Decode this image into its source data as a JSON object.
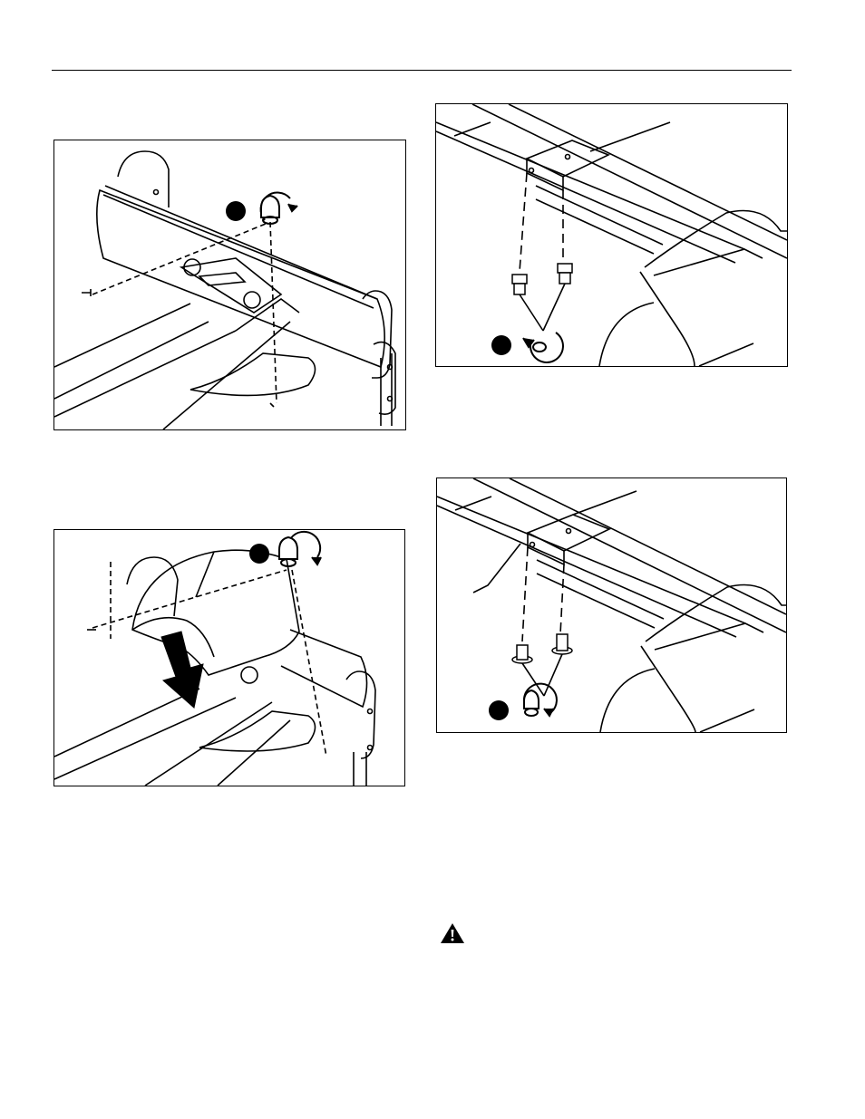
{
  "document": {
    "figures": [
      {
        "id": "fig1",
        "icons": [
          "wrench-counterclockwise-icon",
          "callout-dot-icon",
          "screw-icon"
        ]
      },
      {
        "id": "fig2",
        "icons": [
          "wrench-clockwise-icon",
          "callout-dot-icon",
          "down-arrow-icon"
        ]
      },
      {
        "id": "fig3",
        "icons": [
          "wrench-counterclockwise-icon",
          "callout-dot-icon",
          "bolt-icon"
        ]
      },
      {
        "id": "fig4",
        "icons": [
          "wrench-clockwise-icon",
          "callout-dot-icon",
          "bolt-icon"
        ]
      }
    ],
    "warning_icon": "warning-triangle-icon",
    "colors": {
      "ink": "#000000",
      "paper": "#ffffff"
    }
  }
}
